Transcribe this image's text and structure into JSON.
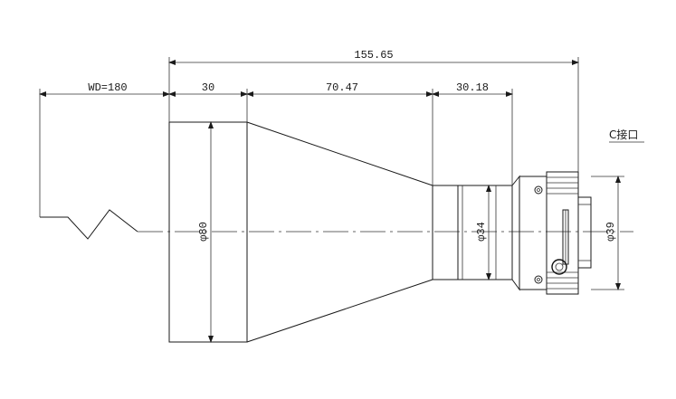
{
  "dimensions": {
    "overall_length": "155.65",
    "working_distance": "WD=180",
    "front_section": "30",
    "taper_section": "70.47",
    "rear_section": "30.18",
    "front_diameter": "φ80",
    "rear_diameter": "φ34",
    "mount_diameter": "φ39"
  },
  "mount_label": "C接口",
  "colors": {
    "line": "#1a1a1a",
    "background": "#ffffff"
  }
}
